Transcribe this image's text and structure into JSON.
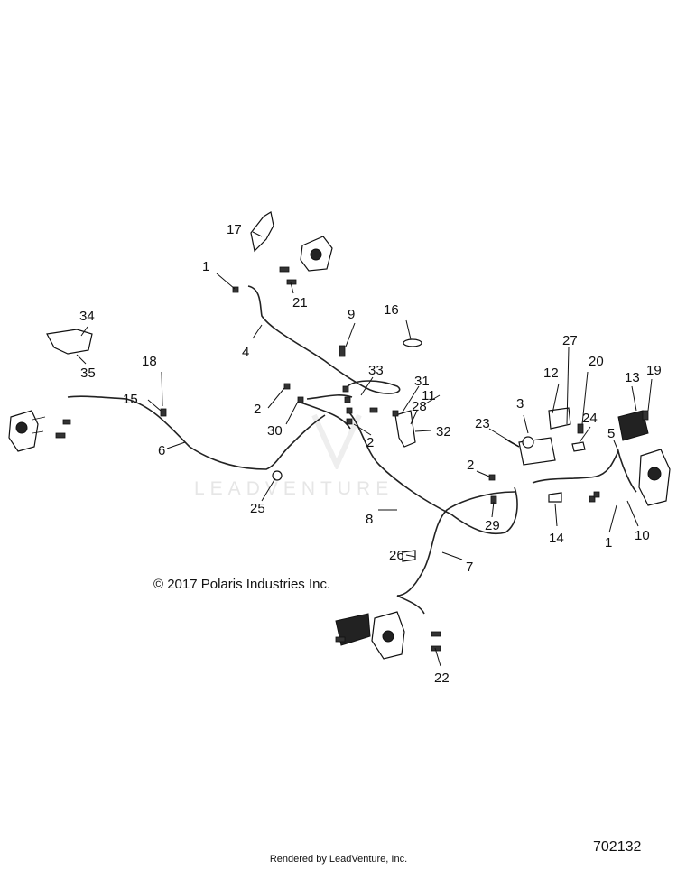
{
  "watermark_text": "LEADVENTURE",
  "copyright": "© 2017 Polaris Industries Inc.",
  "footer": "Rendered by LeadVenture, Inc.",
  "diagram_code": "702132",
  "callouts": [
    "1",
    "2",
    "3",
    "4",
    "5",
    "6",
    "7",
    "8",
    "9",
    "10",
    "11",
    "12",
    "13",
    "14",
    "15",
    "16",
    "17",
    "18",
    "19",
    "20",
    "21",
    "22",
    "23",
    "24",
    "25",
    "26",
    "27",
    "28",
    "29",
    "30",
    "31",
    "32",
    "33",
    "34",
    "35"
  ]
}
